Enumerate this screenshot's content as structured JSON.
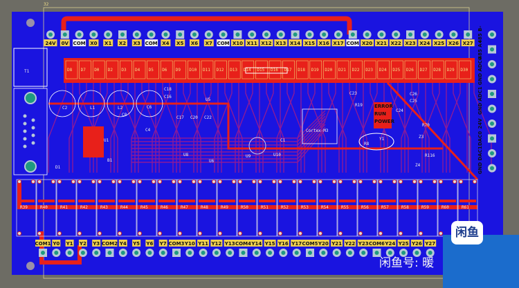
{
  "view": {
    "ruler_label": "32",
    "colors": {
      "background": "#6d6c64",
      "board": "#1a14e0",
      "top_copper": "#e8201a",
      "bottom_copper": "#8a1a9a",
      "silkscreen": "#f0f0f0",
      "label_fill": "#f0d050",
      "pad": "#b8c8d8",
      "pad_hole": "#1f9a80"
    }
  },
  "connectors": {
    "top_labels": [
      "24V",
      "0V",
      "COM",
      "X0",
      "X1",
      "X2",
      "X3",
      "COM",
      "X4",
      "X5",
      "X6",
      "X7",
      "COM",
      "X10",
      "X11",
      "X12",
      "X13",
      "X14",
      "X15",
      "X16",
      "X17",
      "COM",
      "X20",
      "X21",
      "X22",
      "X23",
      "X24",
      "X25",
      "X26",
      "X27"
    ],
    "bottom_labels": [
      "COM1",
      "Y0",
      "Y1",
      "Y2",
      "Y3",
      "COM2",
      "Y4",
      "Y5",
      "Y6",
      "Y7",
      "COM3",
      "Y10",
      "Y11",
      "Y12",
      "Y13",
      "COM4",
      "Y14",
      "Y15",
      "Y16",
      "Y17",
      "COM5",
      "Y20",
      "Y21",
      "Y22",
      "Y23",
      "COM6",
      "Y24",
      "Y25",
      "Y26",
      "Y27"
    ],
    "right_labels": [
      "485 B-",
      "485 A+",
      "ADC0",
      "GND",
      "ADC1",
      "GND",
      "24V",
      "DAC0",
      "DAC1",
      "GND"
    ]
  },
  "parts": {
    "designators": [
      "T1",
      "U1",
      "U5",
      "U6",
      "U8",
      "U10",
      "U9",
      "Y1",
      "C1",
      "C2",
      "C4",
      "C6",
      "C8",
      "C16",
      "C17",
      "C18",
      "C20",
      "C22",
      "C23",
      "C24",
      "C25",
      "C26",
      "L1",
      "L2",
      "D1",
      "B1",
      "R19",
      "R70",
      "R116",
      "R8",
      "Z3",
      "Z4"
    ],
    "mcu_label": "Cortex-M3",
    "status_leds": [
      "ERROR",
      "RUN",
      "POWER"
    ],
    "opto_labels": [
      "D8",
      "D7",
      "D0",
      "D2",
      "D3",
      "D4",
      "D5",
      "D6",
      "D9",
      "D10",
      "D11",
      "D12",
      "D13",
      "D14",
      "D15",
      "D16",
      "D17",
      "D18",
      "D19",
      "D20",
      "D21",
      "D22",
      "D23",
      "D24",
      "D25",
      "D26",
      "D27",
      "D28",
      "D29",
      "D30"
    ],
    "relay_labels": [
      "R39",
      "R40",
      "R41",
      "R42",
      "R43",
      "R44",
      "R45",
      "R46",
      "R47",
      "R48",
      "R49",
      "R50",
      "R51",
      "R52",
      "R53",
      "R54",
      "R55",
      "R56",
      "R57",
      "R58",
      "R59",
      "R60",
      "R61"
    ]
  },
  "watermark": {
    "logo_text": "闲鱼",
    "text": "闲鱼号: 暖"
  }
}
